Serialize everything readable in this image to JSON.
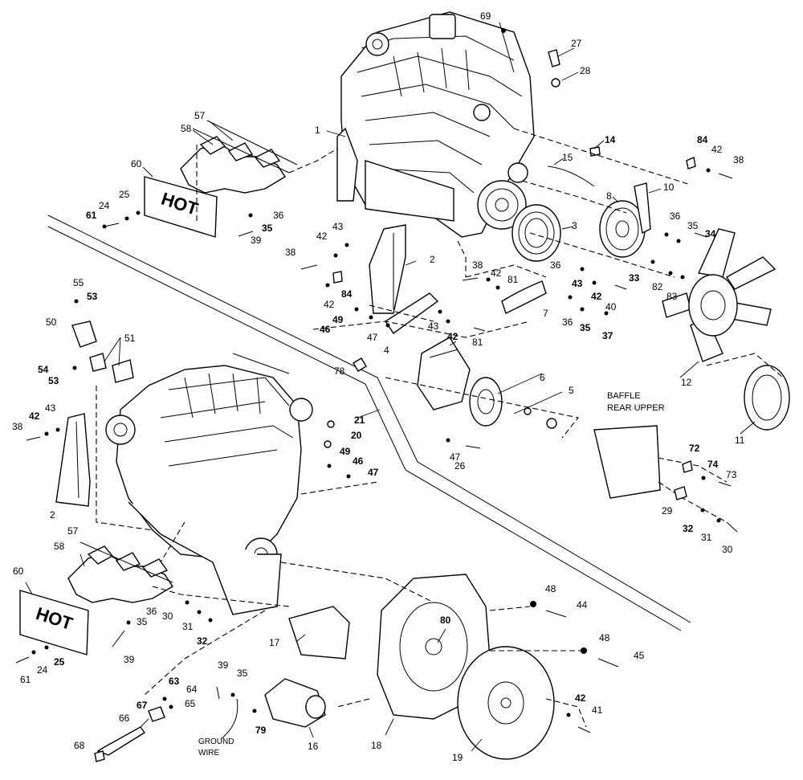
{
  "callouts": [
    {
      "text": "69",
      "bold": false
    },
    {
      "text": "27",
      "bold": false
    },
    {
      "text": "28",
      "bold": false
    },
    {
      "text": "1",
      "bold": false
    },
    {
      "text": "14",
      "bold": true
    },
    {
      "text": "15",
      "bold": false
    },
    {
      "text": "84",
      "bold": true
    },
    {
      "text": "42",
      "bold": false
    },
    {
      "text": "38",
      "bold": false
    },
    {
      "text": "57",
      "bold": false
    },
    {
      "text": "58",
      "bold": false
    },
    {
      "text": "60",
      "bold": false
    },
    {
      "text": "10",
      "bold": false
    },
    {
      "text": "8",
      "bold": false
    },
    {
      "text": "3",
      "bold": false
    },
    {
      "text": "36",
      "bold": false
    },
    {
      "text": "35",
      "bold": false
    },
    {
      "text": "34",
      "bold": true
    },
    {
      "text": "24",
      "bold": false
    },
    {
      "text": "25",
      "bold": false
    },
    {
      "text": "61",
      "bold": true
    },
    {
      "text": "36",
      "bold": false
    },
    {
      "text": "35",
      "bold": true
    },
    {
      "text": "39",
      "bold": false
    },
    {
      "text": "43",
      "bold": false
    },
    {
      "text": "42",
      "bold": false
    },
    {
      "text": "38",
      "bold": false
    },
    {
      "text": "2",
      "bold": false
    },
    {
      "text": "84",
      "bold": true
    },
    {
      "text": "42",
      "bold": false
    },
    {
      "text": "38",
      "bold": false
    },
    {
      "text": "42",
      "bold": false
    },
    {
      "text": "36",
      "bold": false
    },
    {
      "text": "81",
      "bold": false
    },
    {
      "text": "33",
      "bold": true
    },
    {
      "text": "82",
      "bold": false
    },
    {
      "text": "83",
      "bold": false
    },
    {
      "text": "43",
      "bold": true
    },
    {
      "text": "42",
      "bold": true
    },
    {
      "text": "40",
      "bold": false
    },
    {
      "text": "7",
      "bold": false
    },
    {
      "text": "36",
      "bold": false
    },
    {
      "text": "35",
      "bold": true
    },
    {
      "text": "37",
      "bold": true
    },
    {
      "text": "55",
      "bold": false
    },
    {
      "text": "53",
      "bold": true
    },
    {
      "text": "50",
      "bold": false
    },
    {
      "text": "51",
      "bold": false
    },
    {
      "text": "49",
      "bold": true
    },
    {
      "text": "46",
      "bold": true
    },
    {
      "text": "47",
      "bold": false
    },
    {
      "text": "4",
      "bold": false
    },
    {
      "text": "43",
      "bold": false
    },
    {
      "text": "42",
      "bold": true
    },
    {
      "text": "81",
      "bold": false
    },
    {
      "text": "78",
      "bold": false
    },
    {
      "text": "54",
      "bold": true
    },
    {
      "text": "53",
      "bold": true
    },
    {
      "text": "6",
      "bold": false
    },
    {
      "text": "5",
      "bold": false
    },
    {
      "text": "12",
      "bold": false
    },
    {
      "text": "11",
      "bold": false
    },
    {
      "text": "38",
      "bold": false
    },
    {
      "text": "42",
      "bold": true
    },
    {
      "text": "43",
      "bold": false
    },
    {
      "text": "21",
      "bold": true
    },
    {
      "text": "20",
      "bold": true
    },
    {
      "text": "49",
      "bold": true
    },
    {
      "text": "46",
      "bold": true
    },
    {
      "text": "47",
      "bold": true
    },
    {
      "text": "47",
      "bold": false
    },
    {
      "text": "26",
      "bold": false
    },
    {
      "text": "72",
      "bold": true
    },
    {
      "text": "74",
      "bold": true
    },
    {
      "text": "73",
      "bold": false
    },
    {
      "text": "29",
      "bold": false
    },
    {
      "text": "32",
      "bold": true
    },
    {
      "text": "31",
      "bold": false
    },
    {
      "text": "30",
      "bold": false
    },
    {
      "text": "2",
      "bold": false
    },
    {
      "text": "57",
      "bold": false
    },
    {
      "text": "58",
      "bold": false
    },
    {
      "text": "60",
      "bold": false
    },
    {
      "text": "48",
      "bold": false
    },
    {
      "text": "44",
      "bold": false
    },
    {
      "text": "80",
      "bold": true
    },
    {
      "text": "30",
      "bold": false
    },
    {
      "text": "31",
      "bold": false
    },
    {
      "text": "32",
      "bold": true
    },
    {
      "text": "36",
      "bold": false
    },
    {
      "text": "35",
      "bold": false
    },
    {
      "text": "39",
      "bold": false
    },
    {
      "text": "17",
      "bold": false
    },
    {
      "text": "61",
      "bold": false
    },
    {
      "text": "24",
      "bold": false
    },
    {
      "text": "25",
      "bold": true
    },
    {
      "text": "48",
      "bold": false
    },
    {
      "text": "45",
      "bold": false
    },
    {
      "text": "39",
      "bold": false
    },
    {
      "text": "35",
      "bold": false
    },
    {
      "text": "63",
      "bold": true
    },
    {
      "text": "64",
      "bold": false
    },
    {
      "text": "67",
      "bold": true
    },
    {
      "text": "65",
      "bold": false
    },
    {
      "text": "66",
      "bold": false
    },
    {
      "text": "79",
      "bold": true
    },
    {
      "text": "42",
      "bold": true
    },
    {
      "text": "41",
      "bold": false
    },
    {
      "text": "68",
      "bold": false
    },
    {
      "text": "16",
      "bold": false
    },
    {
      "text": "18",
      "bold": false
    },
    {
      "text": "19",
      "bold": false
    }
  ],
  "shield_text": [
    "HOT",
    "HOT"
  ],
  "baffle_label": [
    "BAFFLE",
    "REAR UPPER"
  ],
  "ground_label": [
    "GROUND",
    "WIRE"
  ]
}
